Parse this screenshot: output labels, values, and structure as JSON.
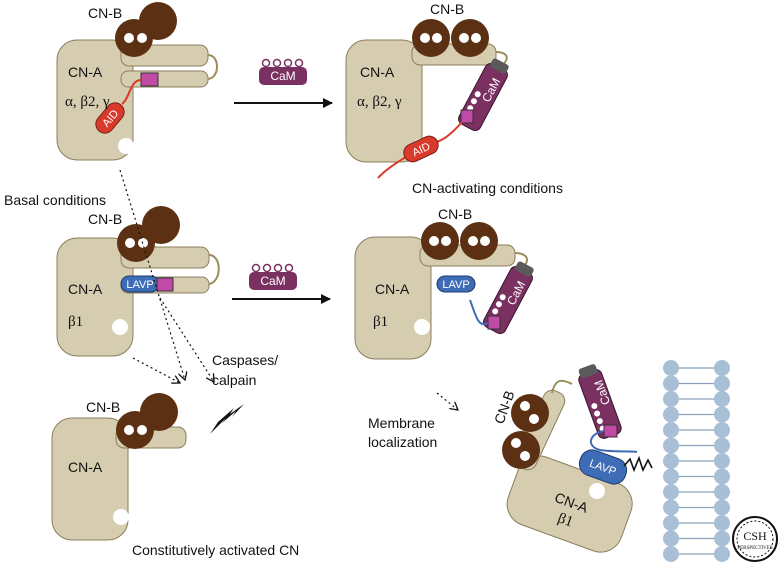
{
  "labels": {
    "cnb": "CN-B",
    "cna": "CN-A",
    "isoforms_agamma": "α, β2, γ",
    "isoform_b1": "β1",
    "cam": "CaM",
    "aid": "AID",
    "lavp": "LAVP",
    "basal": "Basal conditions",
    "activating": "CN-activating conditions",
    "caspases_line1": "Caspases/",
    "caspases_line2": "calpain",
    "membrane_line1": "Membrane",
    "membrane_line2": "localization",
    "constitutive": "Constitutively activated CN"
  },
  "logo": {
    "main": "CSH",
    "sub": "PERSPECTIVES"
  },
  "colors": {
    "cna_fill": "#d6ccaf",
    "cnb_fill": "#5c3113",
    "cam_fill": "#7a3060",
    "aid_fill": "#d93a2b",
    "lavp_fill": "#3f6cb6",
    "hinge_fill": "#c04aa6",
    "membrane": "#a8bfd6"
  }
}
